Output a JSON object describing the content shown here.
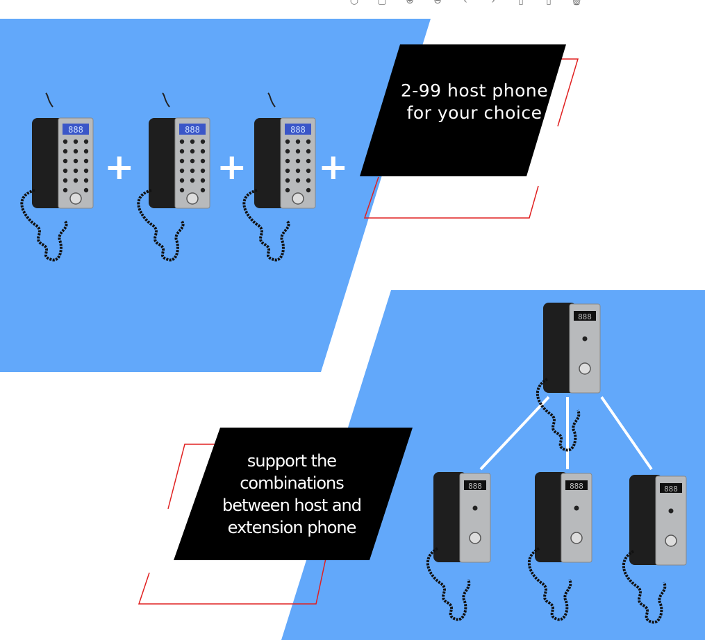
{
  "toolbar": {
    "icons": [
      "rotate-icon",
      "crop-icon",
      "zoom-in-icon",
      "zoom-out-icon",
      "previous-icon",
      "next-icon",
      "copy-icon",
      "paste-icon",
      "delete-icon"
    ],
    "glyphs": [
      "○",
      "▢",
      "⊕",
      "⊖",
      "‹",
      "›",
      "▯",
      "▯",
      "🗑"
    ]
  },
  "top_panel": {
    "caption": "2-99 host phone\nfor your choice",
    "plus_sign": "+",
    "display_text": "888"
  },
  "bottom_panel": {
    "caption": "support the\ncombinations\nbetween host and\nextension phone",
    "display_text": "888"
  },
  "colors": {
    "panel_blue": "#62a8fa",
    "black_banner": "#000000",
    "red_accent": "#e02020",
    "phone_body": "#1e1e1e",
    "keypad_silver": "#b8babc",
    "lcd_blue": "#3a56c8",
    "lcd_black": "#101010"
  }
}
